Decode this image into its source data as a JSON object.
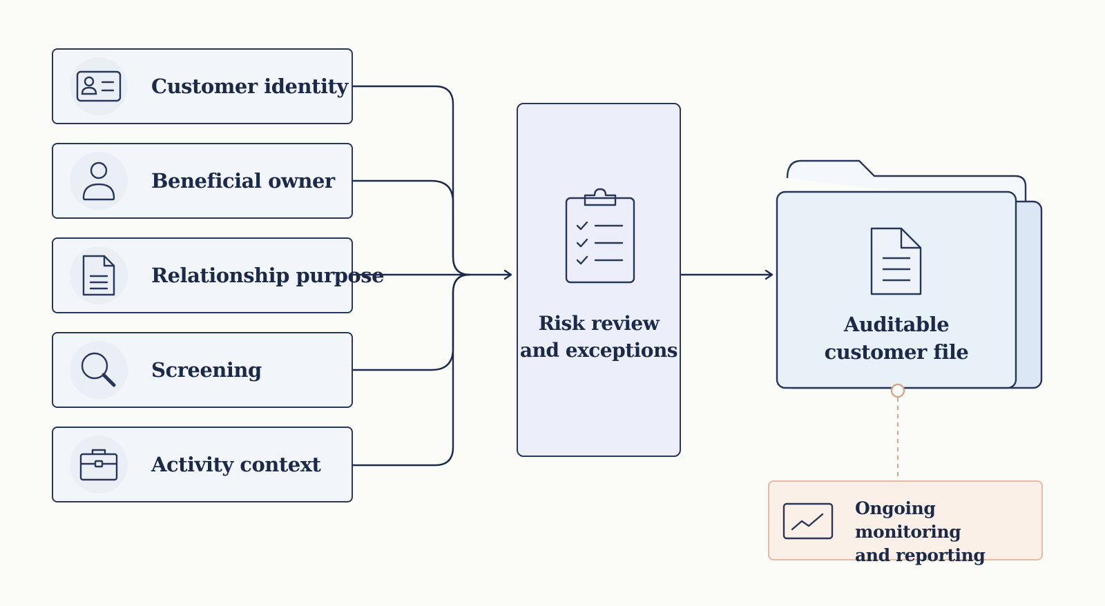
{
  "inputs": [
    {
      "label": "Customer identity",
      "icon": "id-card-icon"
    },
    {
      "label": "Beneficial owner",
      "icon": "person-icon"
    },
    {
      "label": "Relationship purpose",
      "icon": "document-icon"
    },
    {
      "label": "Screening",
      "icon": "magnifier-icon"
    },
    {
      "label": "Activity context",
      "icon": "briefcase-icon"
    }
  ],
  "review": {
    "label": "Risk review\nand exceptions",
    "icon": "clipboard-checklist-icon"
  },
  "output": {
    "label": "Auditable\ncustomer file",
    "icon": "folder-document-icon"
  },
  "monitoring": {
    "label": "Ongoing monitoring\nand reporting",
    "icon": "trend-chart-icon"
  },
  "colors": {
    "ink": "#1c2a4a",
    "box_fill": "#f2f6fb",
    "review_fill": "#eceff9",
    "folder_fill": "#e8f0f8",
    "monitor_fill": "#fbf0e8",
    "monitor_border": "#e7b9a3",
    "background": "#fbfbf8"
  }
}
